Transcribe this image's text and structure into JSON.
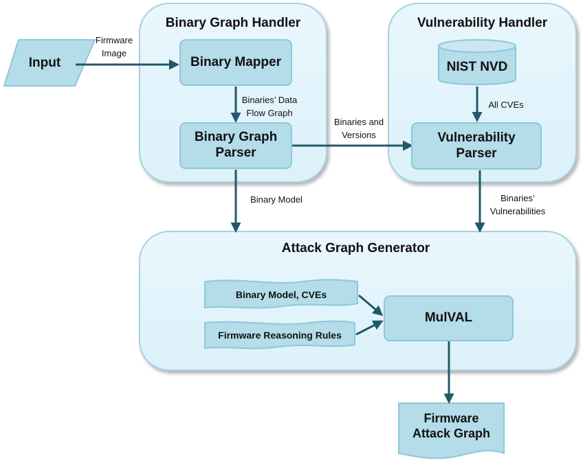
{
  "groups": {
    "binary_graph_handler": "Binary  Graph  Handler",
    "vulnerability_handler": "Vulnerability  Handler",
    "attack_graph_generator": "Attack Graph Generator"
  },
  "nodes": {
    "input": "Input",
    "binary_mapper": "Binary Mapper",
    "binary_graph_parser": "Binary Graph\nParser",
    "nist_nvd": "NIST NVD",
    "vulnerability_parser": "Vulnerability\nParser",
    "binary_model_cves": "Binary Model, CVEs",
    "firmware_reasoning_rules": "Firmware Reasoning Rules",
    "mulval": "MulVAL",
    "firmware_attack_graph": "Firmware\nAttack Graph"
  },
  "edge_labels": {
    "firmware_image": "Firmware\nImage",
    "binaries_data_flow_graph": "Binaries’ Data\nFlow Graph",
    "binaries_and_versions": "Binaries and\nVersions",
    "all_cves": "All CVEs",
    "binary_model": "Binary Model",
    "binaries_vulnerabilities": "Binaries’\nVulnerabilities"
  },
  "colors": {
    "group_fill": "#e3f4fb",
    "group_border": "#a9cfe0",
    "node_fill": "#b4dce9",
    "node_border": "#8ec7da",
    "arrow": "#215968"
  }
}
